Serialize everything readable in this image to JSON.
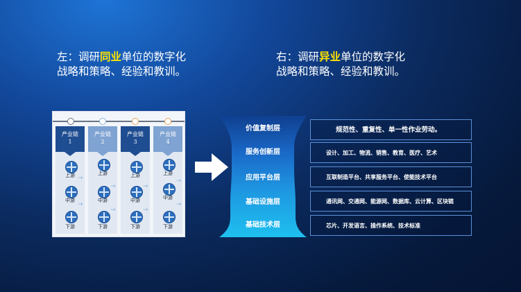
{
  "heading_left": {
    "prefix": "左：调研",
    "highlight": "同业",
    "suffix": "单位的数字化",
    "line2": "战略和策略、经验和教训。"
  },
  "heading_right": {
    "prefix": "右：调研",
    "highlight": "异业",
    "suffix": "单位的数字化",
    "line2": "战略和策略、经验和教训。"
  },
  "chain": {
    "columns": [
      {
        "title": "产业链",
        "number": "1",
        "color": "#1f4d91"
      },
      {
        "title": "产业链",
        "number": "2",
        "color": "#7fa3d2"
      },
      {
        "title": "产业链",
        "number": "3",
        "color": "#1f4d91"
      },
      {
        "title": "产业链",
        "number": "4",
        "color": "#7fa3d2"
      }
    ],
    "stages": [
      "上游",
      "中游",
      "下游"
    ],
    "dot_colors": [
      "#6a7484",
      "#8fb2dc",
      "#e2a55a",
      "#e2a55a"
    ]
  },
  "layers": [
    {
      "name": "价值复制层",
      "desc": "规范性、重复性、单一性作业劳动。"
    },
    {
      "name": "服务创新层",
      "desc": "设计、加工、物流、销售、教育、医疗、艺术"
    },
    {
      "name": "应用平台层",
      "desc": "互联制造平台、共享服务平台、使能技术平台"
    },
    {
      "name": "基础设施层",
      "desc": "通讯网、交通网、能源网、数据库、云计算、区块链"
    },
    {
      "name": "基础技术层",
      "desc": "芯片、开发语言、操作系统、技术标准"
    }
  ],
  "colors": {
    "highlight": "#ffe600",
    "funnel_top": "#0f3f8f",
    "funnel_bottom": "#1ec0ef"
  }
}
